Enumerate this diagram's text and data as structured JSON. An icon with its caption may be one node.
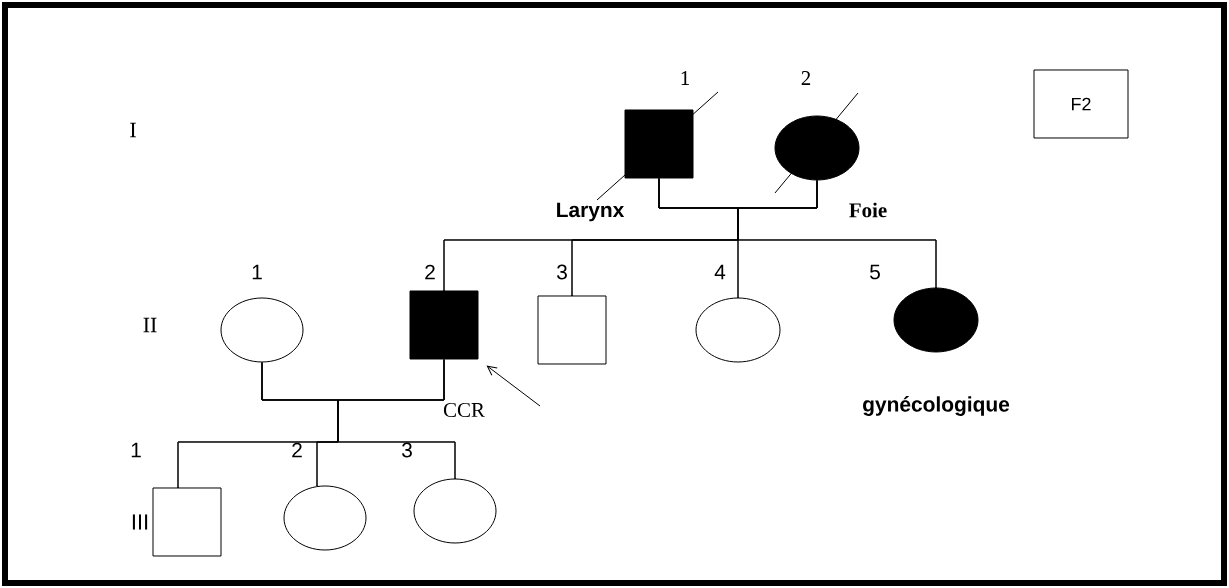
{
  "diagram": {
    "nodes": [
      {
        "text": [],
        "shape": "box",
        "beside": [
          "1",
          "Larynx"
        ]
      },
      {
        "text": [],
        "shape": "circle",
        "beside": [
          "2",
          "Foie"
        ]
      },
      {
        "text": [
          "F2"
        ]
      },
      {
        "text": [],
        "shape": "circle",
        "beside": [
          "1"
        ]
      },
      {
        "text": [],
        "shape": "box",
        "beside": [
          "2",
          "CCR"
        ]
      },
      {
        "text": [],
        "shape": "box",
        "beside": [
          "3"
        ]
      },
      {
        "text": [],
        "shape": "circle",
        "beside": [
          "4"
        ]
      },
      {
        "text": [],
        "shape": "circle",
        "beside": [
          "5",
          "gynécologique"
        ]
      },
      {
        "text": [],
        "shape": "box",
        "beside": [
          "1"
        ]
      },
      {
        "text": [],
        "shape": "circle",
        "beside": [
          "2"
        ]
      },
      {
        "text": [],
        "shape": "circle",
        "beside": [
          "3"
        ]
      }
    ],
    "edges": [
      {
        "from": 0,
        "to": 1,
        "arrow": "none"
      },
      {
        "from": 0,
        "to": 4,
        "arrow": "none"
      },
      {
        "from": 1,
        "to": 4,
        "arrow": "none"
      },
      {
        "from": 0,
        "to": 5,
        "arrow": "none"
      },
      {
        "from": 1,
        "to": 5,
        "arrow": "none"
      },
      {
        "from": 0,
        "to": 6,
        "arrow": "none"
      },
      {
        "from": 1,
        "to": 6,
        "arrow": "none"
      },
      {
        "from": 0,
        "to": 7,
        "arrow": "none"
      },
      {
        "from": 1,
        "to": 7,
        "arrow": "none"
      },
      {
        "from": 3,
        "to": 4,
        "arrow": "none"
      },
      {
        "from": 3,
        "to": 8,
        "arrow": "none"
      },
      {
        "from": 4,
        "to": 8,
        "arrow": "none"
      },
      {
        "from": 3,
        "to": 9,
        "arrow": "none"
      },
      {
        "from": 4,
        "to": 9,
        "arrow": "none"
      },
      {
        "from": 3,
        "to": 10,
        "arrow": "none"
      },
      {
        "from": 4,
        "to": 10,
        "arrow": "none"
      },
      {
        "from": null,
        "to": 4,
        "arrow": "to"
      }
    ],
    "labels": [
      "I",
      "II",
      "III"
    ]
  }
}
